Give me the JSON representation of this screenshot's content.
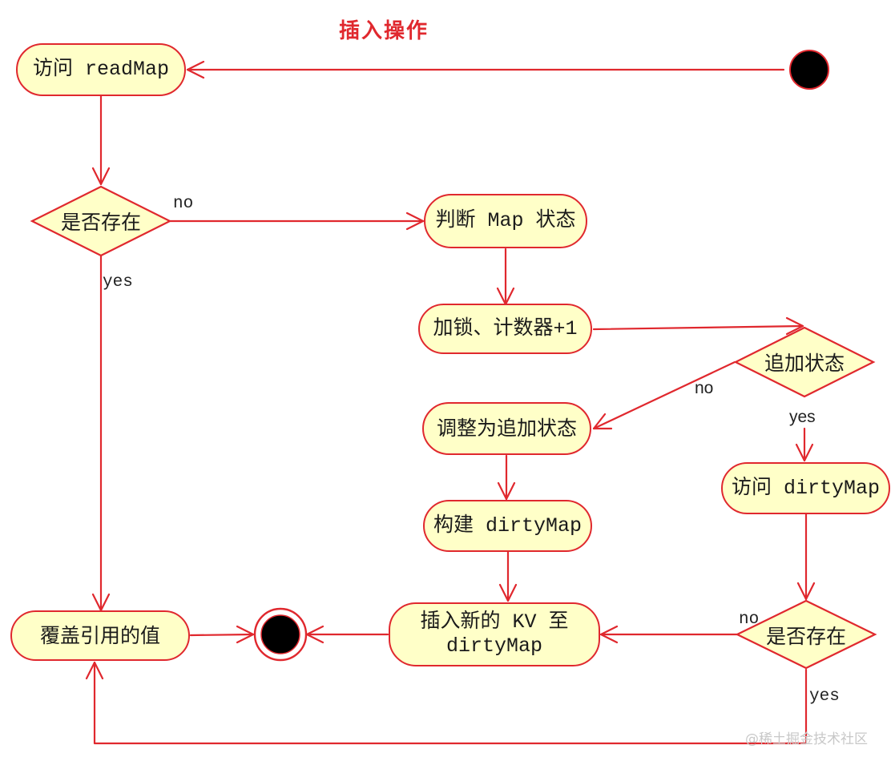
{
  "title": "插入操作",
  "nodes": {
    "visit_readmap": "访问 readMap",
    "check_map_state": "判断 Map 状态",
    "lock_counter": "加锁、计数器+1",
    "adjust_append": "调整为追加状态",
    "build_dirtymap": "构建 dirtyMap",
    "visit_dirtymap": "访问 dirtyMap",
    "insert_line1": "插入新的 KV 至",
    "insert_line2": "dirtyMap",
    "overwrite_value": "覆盖引用的值"
  },
  "decisions": {
    "exists_top": "是否存在",
    "append_state": "追加状态",
    "exists_bottom": "是否存在"
  },
  "edge_labels": {
    "top_no": "no",
    "top_yes": "yes",
    "append_no": "no",
    "append_yes": "yes",
    "bottom_no": "no",
    "bottom_yes": "yes"
  },
  "watermark": "@稀土掘金技术社区",
  "colors": {
    "stroke": "#e0282e",
    "fill": "#ffffc8",
    "title": "#e0282e",
    "terminal": "#000000"
  }
}
